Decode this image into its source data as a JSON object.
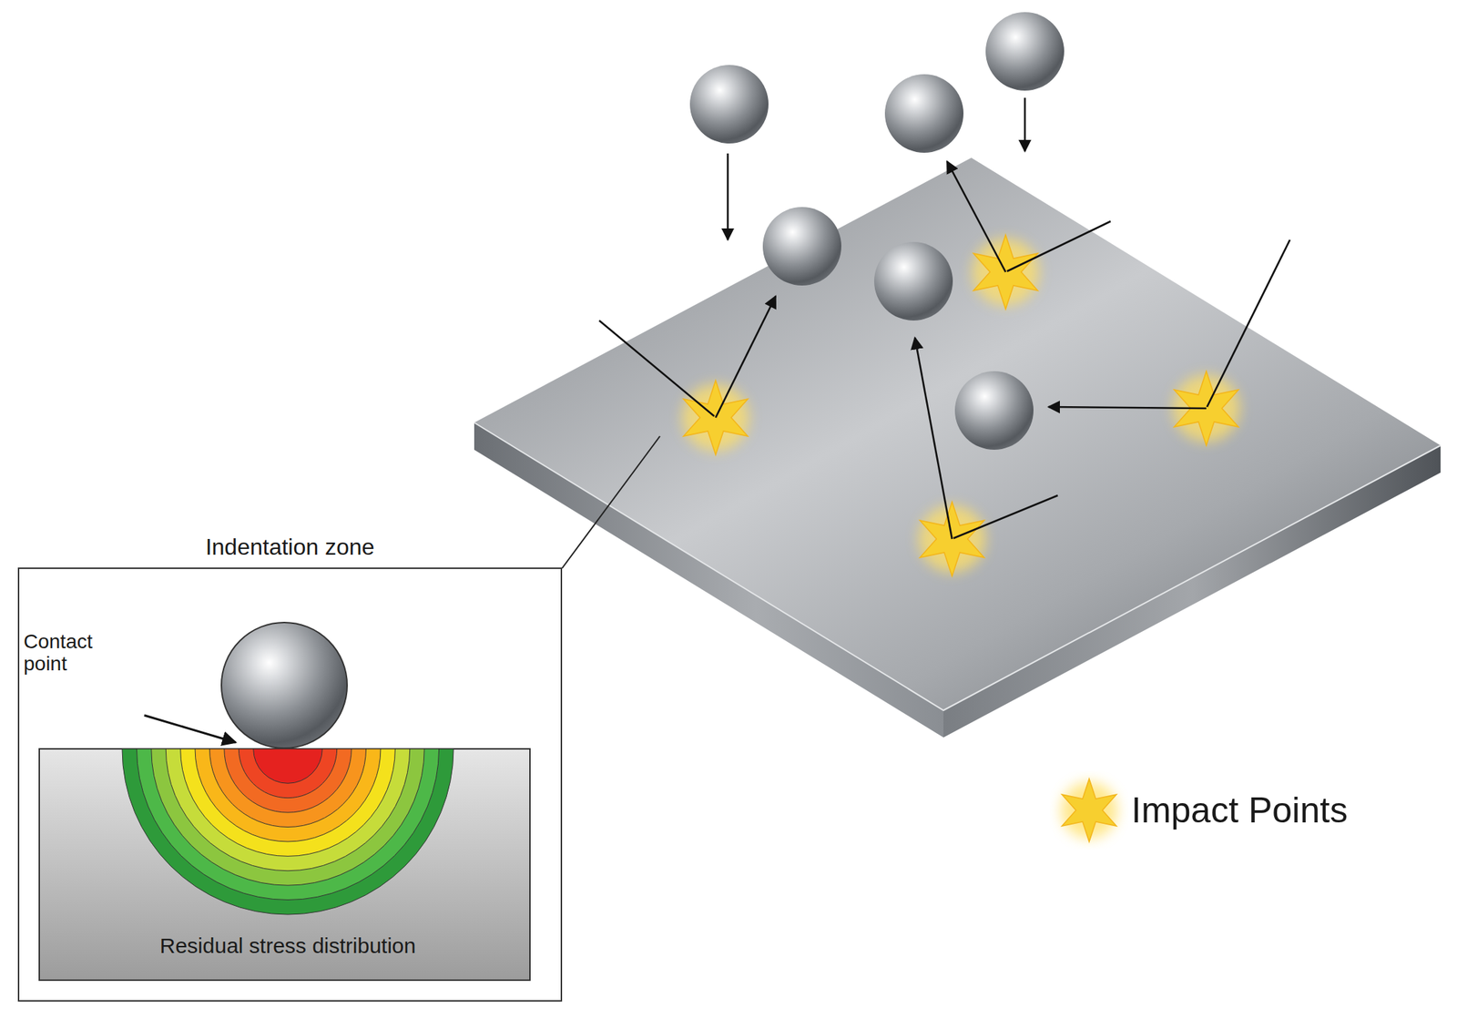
{
  "diagram": {
    "nodes": [
      {
        "text": [
          "Indentation zone"
        ]
      }
    ],
    "labels": [
      "Contact point",
      "Residual stress distribution"
    ],
    "legend": [
      {
        "text": "Impact Points"
      }
    ]
  }
}
